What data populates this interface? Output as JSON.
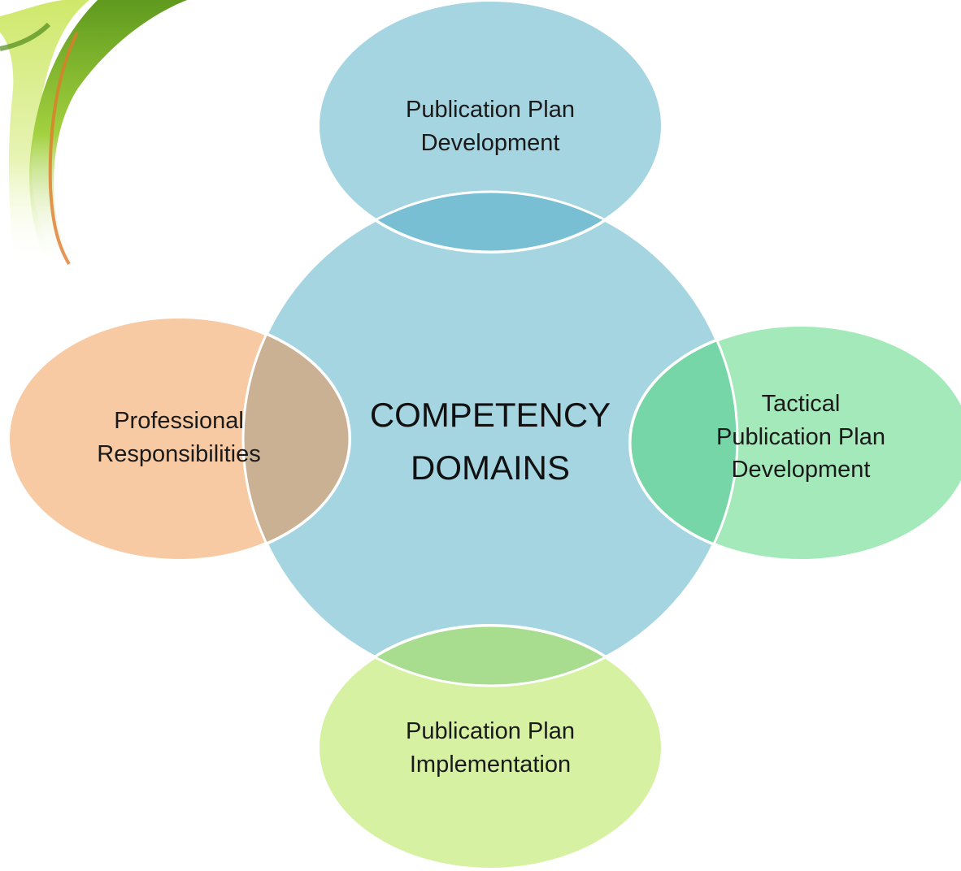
{
  "colors": {
    "center": "#a6d5e2",
    "top": "#a6d5e2",
    "overlap_top": "#78bfd3",
    "right": "#a3e9b9",
    "overlap_right": "#76d6a8",
    "bottom": "#d5f1a1",
    "overlap_bottom": "#a8dc8f",
    "left": "#f7caa4",
    "overlap_left": "#cbb193",
    "outline": "#ffffff"
  },
  "decoration": {
    "icon": "swoosh-icon"
  },
  "diagram": {
    "center": {
      "lines": [
        "COMPETENCY",
        "DOMAINS"
      ]
    },
    "domains": [
      {
        "id": "top",
        "lines": [
          "Publication Plan",
          "Development"
        ]
      },
      {
        "id": "right",
        "lines": [
          "Tactical",
          "Publication Plan",
          "Development"
        ]
      },
      {
        "id": "bottom",
        "lines": [
          "Publication Plan",
          "Implementation"
        ]
      },
      {
        "id": "left",
        "lines": [
          "Professional",
          "Responsibilities"
        ]
      }
    ]
  }
}
